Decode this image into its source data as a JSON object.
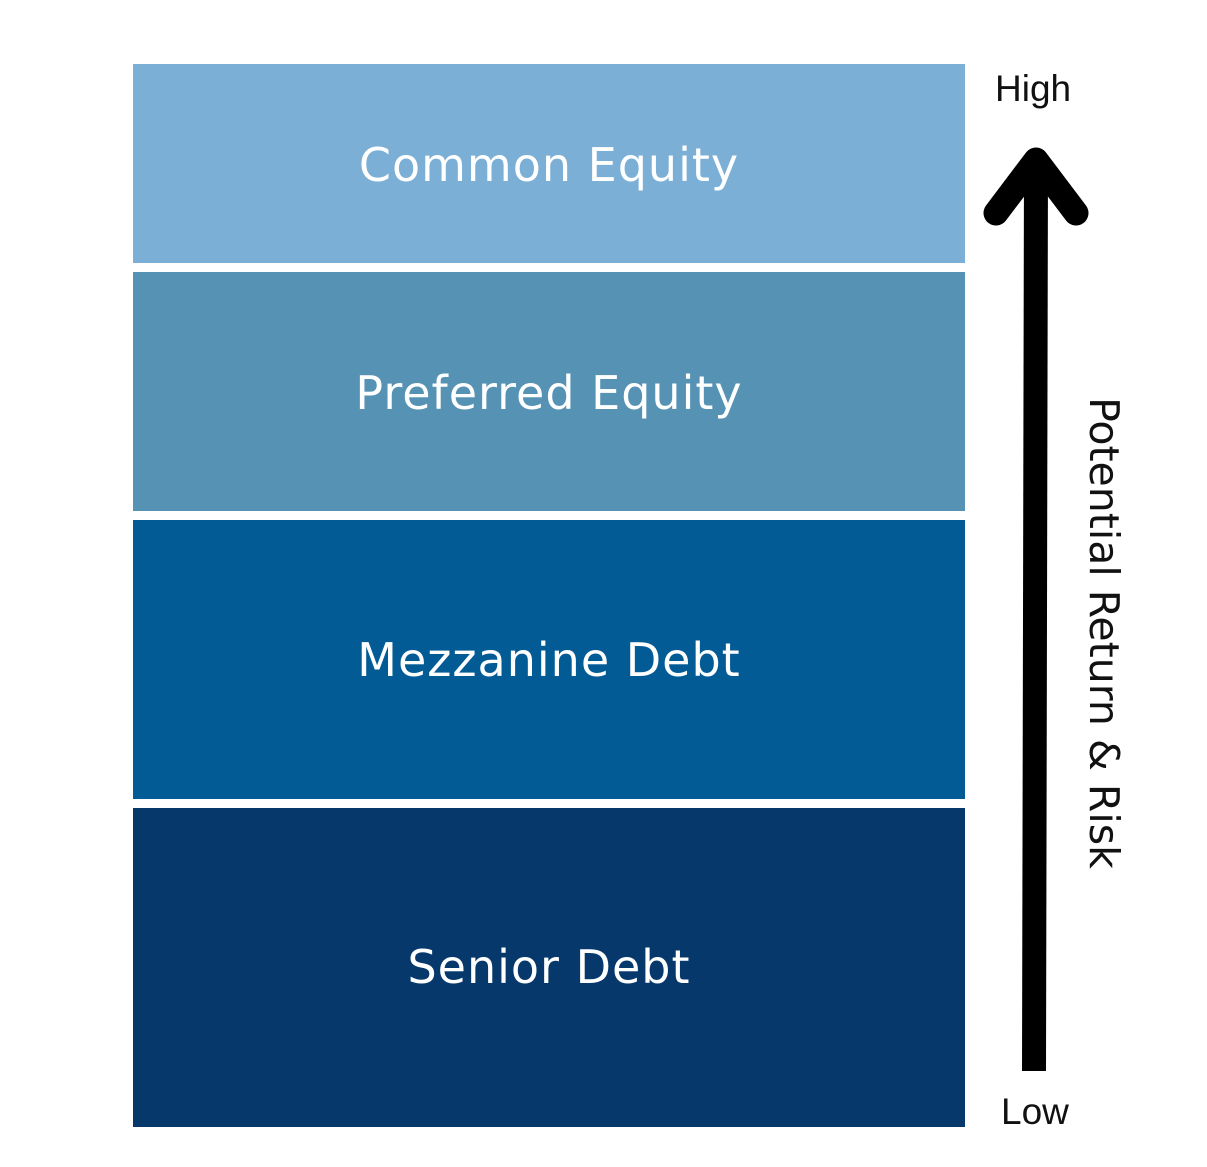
{
  "layers": [
    {
      "label": "Common Equity",
      "color": "#7bafd6"
    },
    {
      "label": "Preferred Equity",
      "color": "#5592b3"
    },
    {
      "label": "Mezzanine Debt",
      "color": "#035b96"
    },
    {
      "label": "Senior Debt",
      "color": "#06386b"
    }
  ],
  "axis": {
    "high_label": "High",
    "low_label": "Low",
    "title": "Potential Return & Risk",
    "arrow_direction": "up",
    "arrow_color": "#000000"
  }
}
